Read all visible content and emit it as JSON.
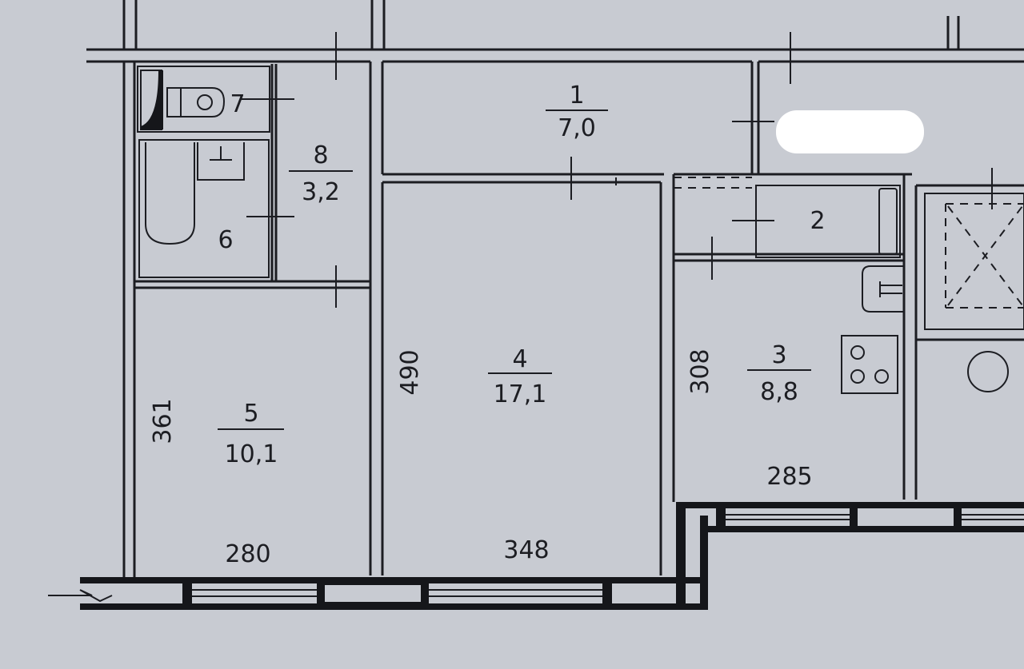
{
  "colors": {
    "paper": "#c8cbd2",
    "ink": "#1c1d22"
  },
  "rooms": [
    {
      "id": "1",
      "number": "1",
      "area": "7,0"
    },
    {
      "id": "2",
      "number": "2"
    },
    {
      "id": "3",
      "number": "3",
      "area": "8,8"
    },
    {
      "id": "4",
      "number": "4",
      "area": "17,1"
    },
    {
      "id": "5",
      "number": "5",
      "area": "10,1"
    },
    {
      "id": "6",
      "number": "6"
    },
    {
      "id": "7",
      "number": "7"
    },
    {
      "id": "8",
      "number": "8",
      "area": "3,2"
    }
  ],
  "dimensions": {
    "room5_height": "361",
    "room5_width": "280",
    "room4_height": "490",
    "room4_width": "348",
    "room3_height": "308",
    "room3_width": "285"
  }
}
